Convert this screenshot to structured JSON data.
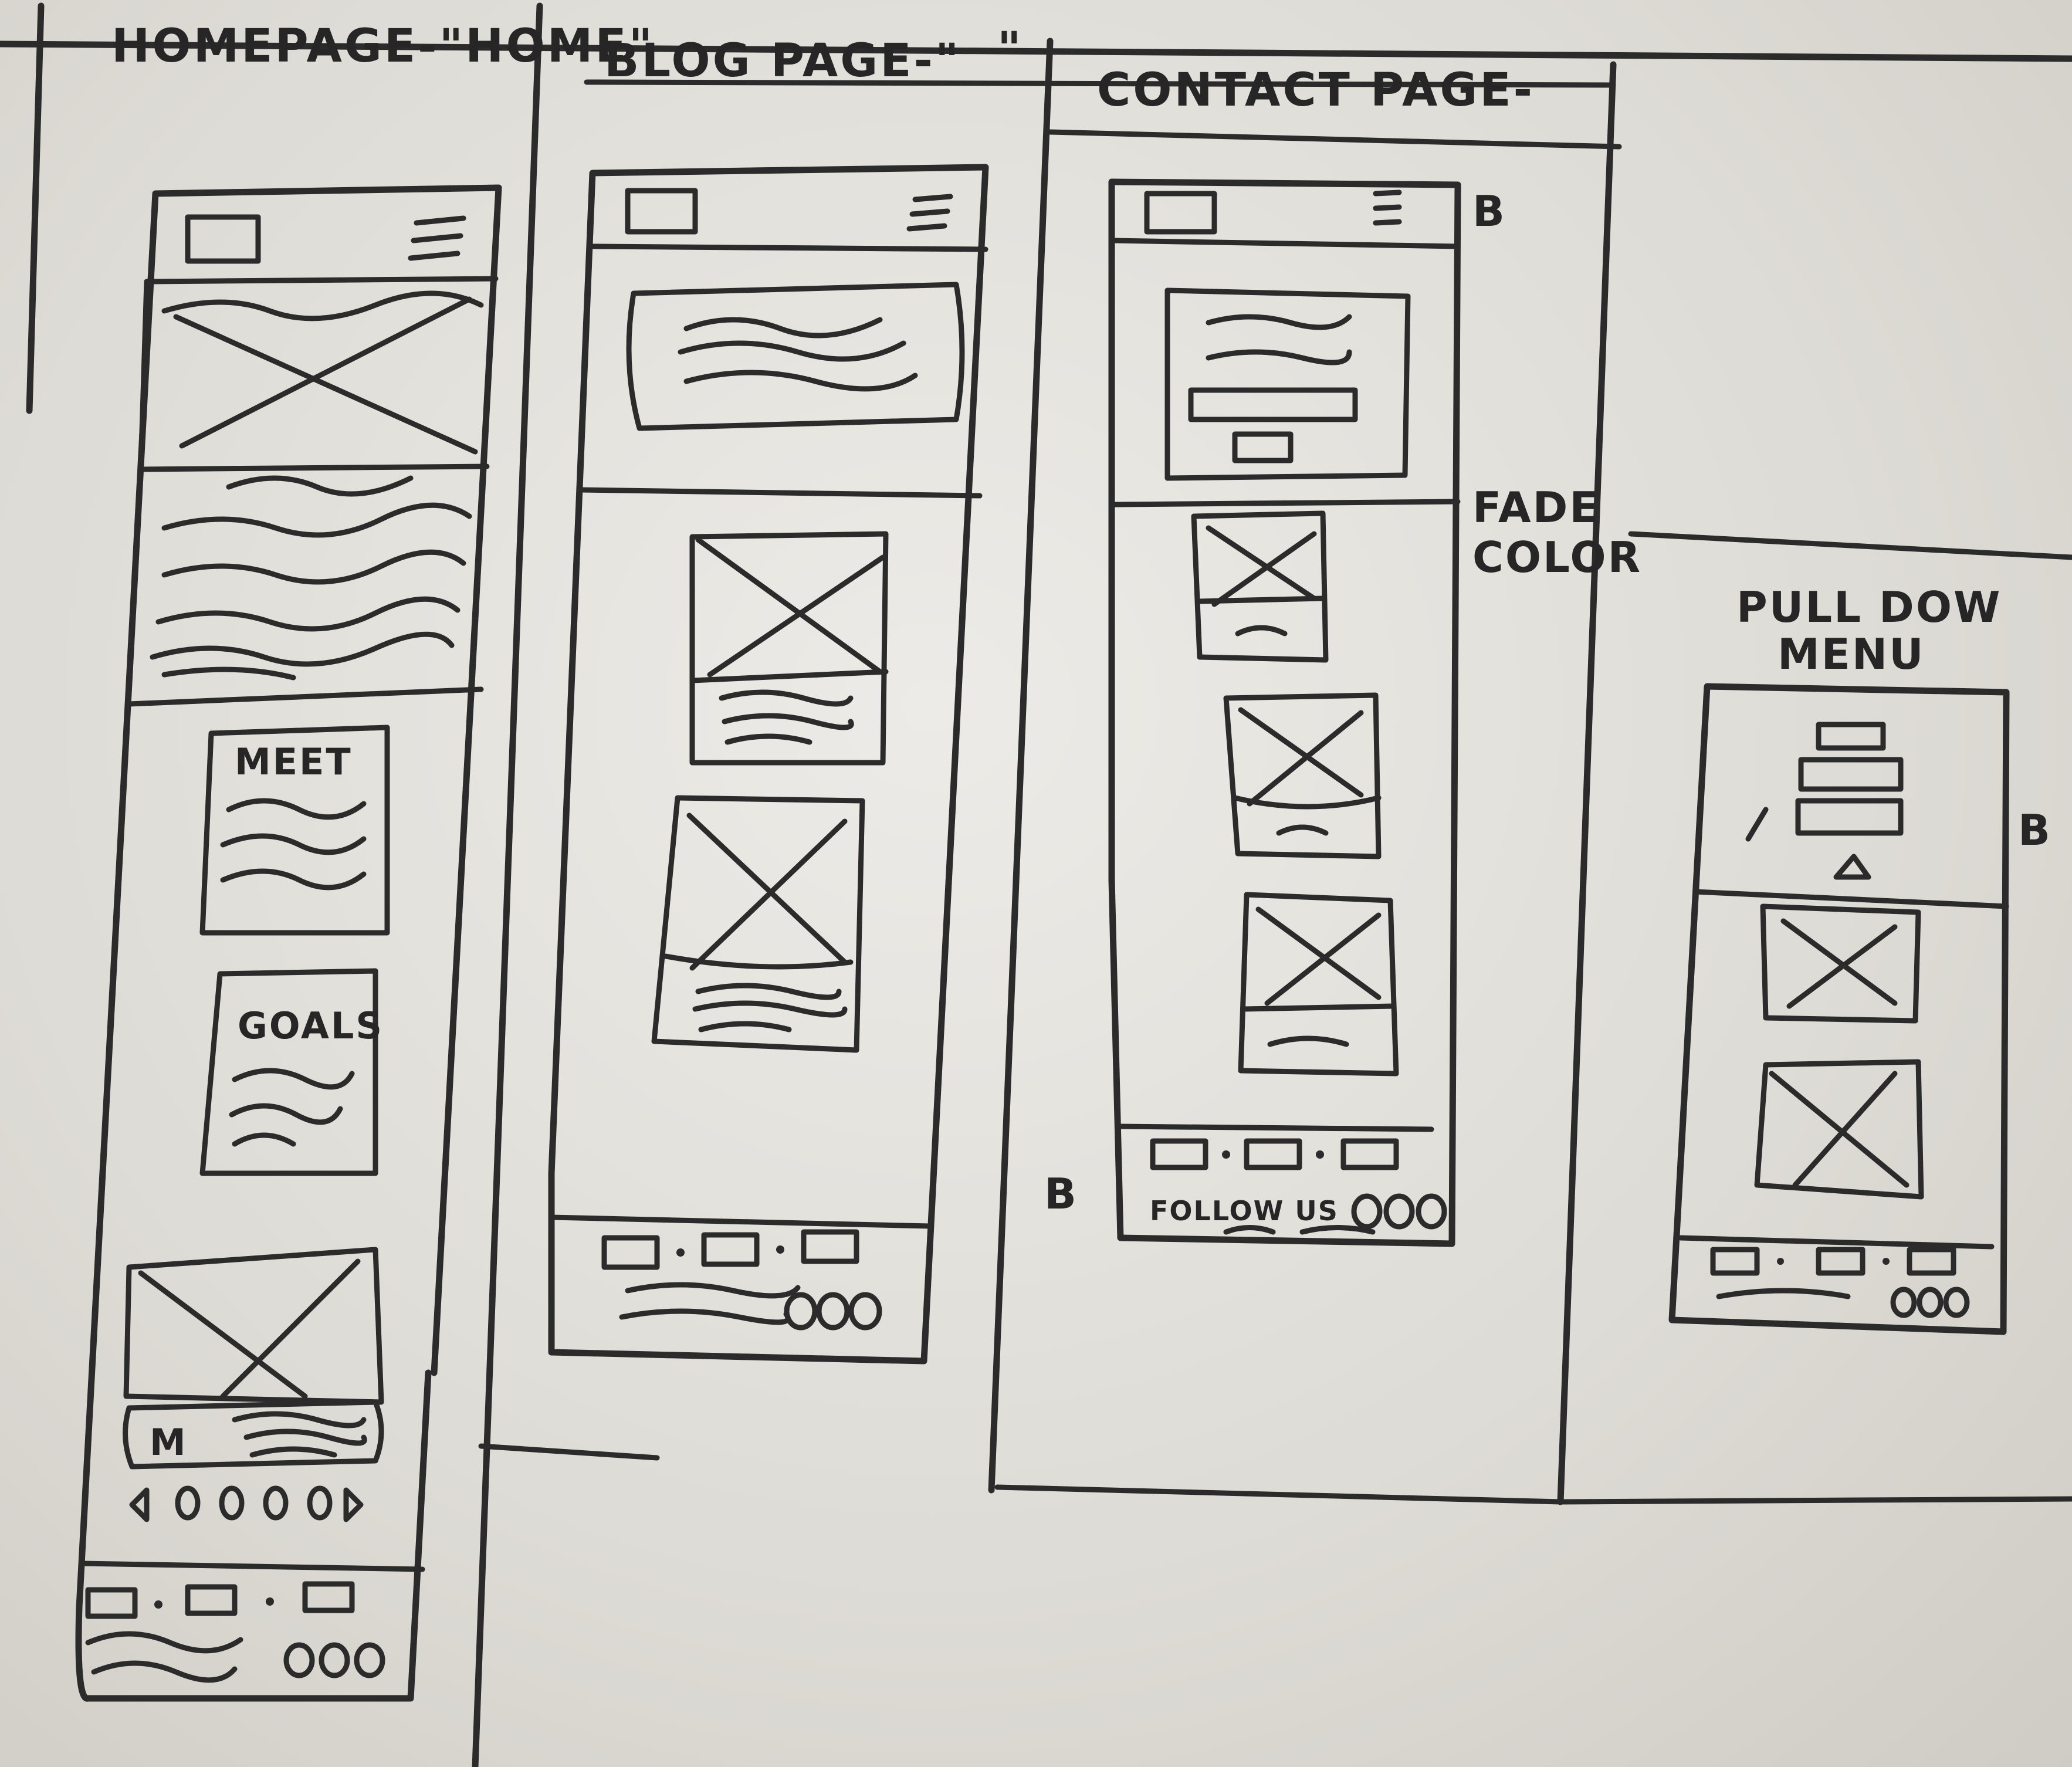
{
  "headers": {
    "home": "HOMEPAGE-\"HOME\"",
    "blog": "BLOG PAGE-\"",
    "blog_quote": "\"",
    "contact": "CONTACT PAGE-"
  },
  "home": {
    "section_meet": "MEET",
    "section_goals": "GOALS",
    "carousel_mark": "M"
  },
  "contact": {
    "side_mark": "B",
    "fade_note": "FADE\nCOLOR",
    "follow_text": "FOLLOW US",
    "footer_mark": "B"
  },
  "pulldown": {
    "title_line1": "PULL DOW",
    "title_line2": "MENU",
    "side_mark": "B"
  }
}
